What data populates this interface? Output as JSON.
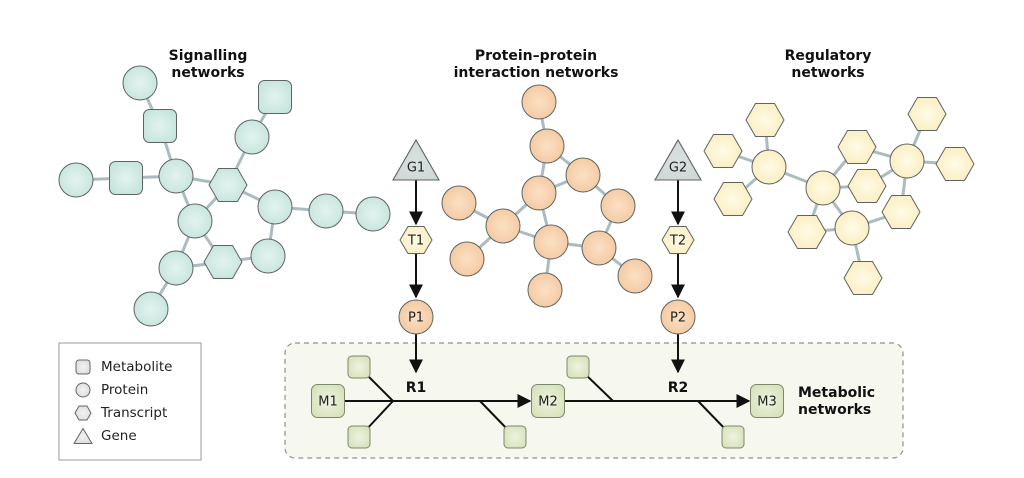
{
  "titles": {
    "signalling": [
      "Signalling",
      "networks"
    ],
    "ppi": [
      "Protein–protein",
      "interaction networks"
    ],
    "regulatory": [
      "Regulatory",
      "networks"
    ],
    "metabolic": [
      "Metabolic",
      "networks"
    ]
  },
  "colors": {
    "signalling_fill": "#cde8e1",
    "protein_fill": "#f6cfaa",
    "transcript_fill": "#fcf1c8",
    "metabolite_fill": "#dde7c4",
    "gene_fill": "#c8d3d5",
    "edge": "#a9bcc0",
    "metabolic_bg": "#f6f7ef",
    "legend_fill": "#e4e4e2"
  },
  "signalling": {
    "nodes": [
      {
        "id": "s1",
        "shape": "circle"
      },
      {
        "id": "s2",
        "shape": "square"
      },
      {
        "id": "s3",
        "shape": "square"
      },
      {
        "id": "s4",
        "shape": "circle"
      },
      {
        "id": "s5",
        "shape": "circle"
      },
      {
        "id": "s6",
        "shape": "square"
      },
      {
        "id": "s7",
        "shape": "circle"
      },
      {
        "id": "s8",
        "shape": "hexagon"
      },
      {
        "id": "s9",
        "shape": "circle"
      },
      {
        "id": "s10",
        "shape": "circle"
      },
      {
        "id": "s11",
        "shape": "circle"
      },
      {
        "id": "s12",
        "shape": "circle"
      },
      {
        "id": "s13",
        "shape": "circle"
      },
      {
        "id": "s14",
        "shape": "hexagon"
      },
      {
        "id": "s15",
        "shape": "circle"
      },
      {
        "id": "s16",
        "shape": "circle"
      }
    ],
    "edges": [
      [
        "s1",
        "s2"
      ],
      [
        "s2",
        "s7"
      ],
      [
        "s3",
        "s4"
      ],
      [
        "s4",
        "s8"
      ],
      [
        "s5",
        "s6"
      ],
      [
        "s6",
        "s7"
      ],
      [
        "s7",
        "s8"
      ],
      [
        "s7",
        "s12"
      ],
      [
        "s8",
        "s12"
      ],
      [
        "s8",
        "s9"
      ],
      [
        "s9",
        "s10"
      ],
      [
        "s10",
        "s11"
      ],
      [
        "s9",
        "s13"
      ],
      [
        "s12",
        "s15"
      ],
      [
        "s12",
        "s14"
      ],
      [
        "s14",
        "s13"
      ],
      [
        "s14",
        "s15"
      ],
      [
        "s15",
        "s16"
      ]
    ]
  },
  "ppi": {
    "nodes": [
      {
        "id": "p1"
      },
      {
        "id": "p2"
      },
      {
        "id": "p3"
      },
      {
        "id": "p4"
      },
      {
        "id": "p5"
      },
      {
        "id": "p6"
      },
      {
        "id": "p7"
      },
      {
        "id": "p8"
      },
      {
        "id": "p9"
      },
      {
        "id": "p10"
      },
      {
        "id": "p11"
      },
      {
        "id": "p12"
      }
    ],
    "edges": [
      [
        "p1",
        "p2"
      ],
      [
        "p2",
        "p4"
      ],
      [
        "p2",
        "p3"
      ],
      [
        "p3",
        "p4"
      ],
      [
        "p3",
        "p5"
      ],
      [
        "p4",
        "p7"
      ],
      [
        "p4",
        "p8"
      ],
      [
        "p6",
        "p7"
      ],
      [
        "p7",
        "p8"
      ],
      [
        "p7",
        "p10"
      ],
      [
        "p8",
        "p9"
      ],
      [
        "p5",
        "p9"
      ],
      [
        "p9",
        "p11"
      ],
      [
        "p8",
        "p12"
      ]
    ]
  },
  "regulatory": {
    "nodes": [
      {
        "id": "r1",
        "shape": "hexagon"
      },
      {
        "id": "r2",
        "shape": "hexagon"
      },
      {
        "id": "r3",
        "shape": "circle"
      },
      {
        "id": "r4",
        "shape": "hexagon"
      },
      {
        "id": "r5",
        "shape": "circle"
      },
      {
        "id": "r6",
        "shape": "hexagon"
      },
      {
        "id": "r7",
        "shape": "hexagon"
      },
      {
        "id": "r8",
        "shape": "circle"
      },
      {
        "id": "r9",
        "shape": "hexagon"
      },
      {
        "id": "r10",
        "shape": "hexagon"
      },
      {
        "id": "r11",
        "shape": "hexagon"
      },
      {
        "id": "r12",
        "shape": "circle"
      },
      {
        "id": "r13",
        "shape": "hexagon"
      },
      {
        "id": "r14",
        "shape": "hexagon"
      }
    ],
    "edges": [
      [
        "r1",
        "r3"
      ],
      [
        "r2",
        "r3"
      ],
      [
        "r4",
        "r3"
      ],
      [
        "r3",
        "r5"
      ],
      [
        "r5",
        "r6"
      ],
      [
        "r5",
        "r7"
      ],
      [
        "r5",
        "r12"
      ],
      [
        "r5",
        "r13"
      ],
      [
        "r6",
        "r8"
      ],
      [
        "r7",
        "r8"
      ],
      [
        "r8",
        "r9"
      ],
      [
        "r8",
        "r10"
      ],
      [
        "r8",
        "r11"
      ],
      [
        "r11",
        "r12"
      ],
      [
        "r12",
        "r13"
      ],
      [
        "r12",
        "r14"
      ]
    ]
  },
  "pathway": {
    "genes": [
      "G1",
      "G2"
    ],
    "transcripts": [
      "T1",
      "T2"
    ],
    "proteins": [
      "P1",
      "P2"
    ],
    "reactions": [
      "R1",
      "R2"
    ],
    "metabolites": [
      "M1",
      "M2",
      "M3"
    ]
  },
  "legend": [
    {
      "shape": "square",
      "label": "Metabolite"
    },
    {
      "shape": "circle",
      "label": "Protein"
    },
    {
      "shape": "hexagon",
      "label": "Transcript"
    },
    {
      "shape": "triangle",
      "label": "Gene"
    }
  ]
}
